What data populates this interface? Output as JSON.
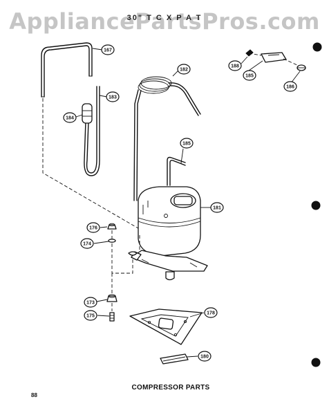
{
  "watermark": "AppliancePartsPros.com",
  "header": "30\" T C X P A T",
  "caption": "COMPRESSOR PARTS",
  "page_number": "88",
  "callouts": {
    "c167": "167",
    "c182": "182",
    "c183": "183",
    "c184": "184",
    "c188": "188",
    "c185a": "185",
    "c185b": "185",
    "c186": "186",
    "c181": "181",
    "c176": "176",
    "c174": "174",
    "c173": "173",
    "c175": "175",
    "c178": "178",
    "c180": "180"
  }
}
